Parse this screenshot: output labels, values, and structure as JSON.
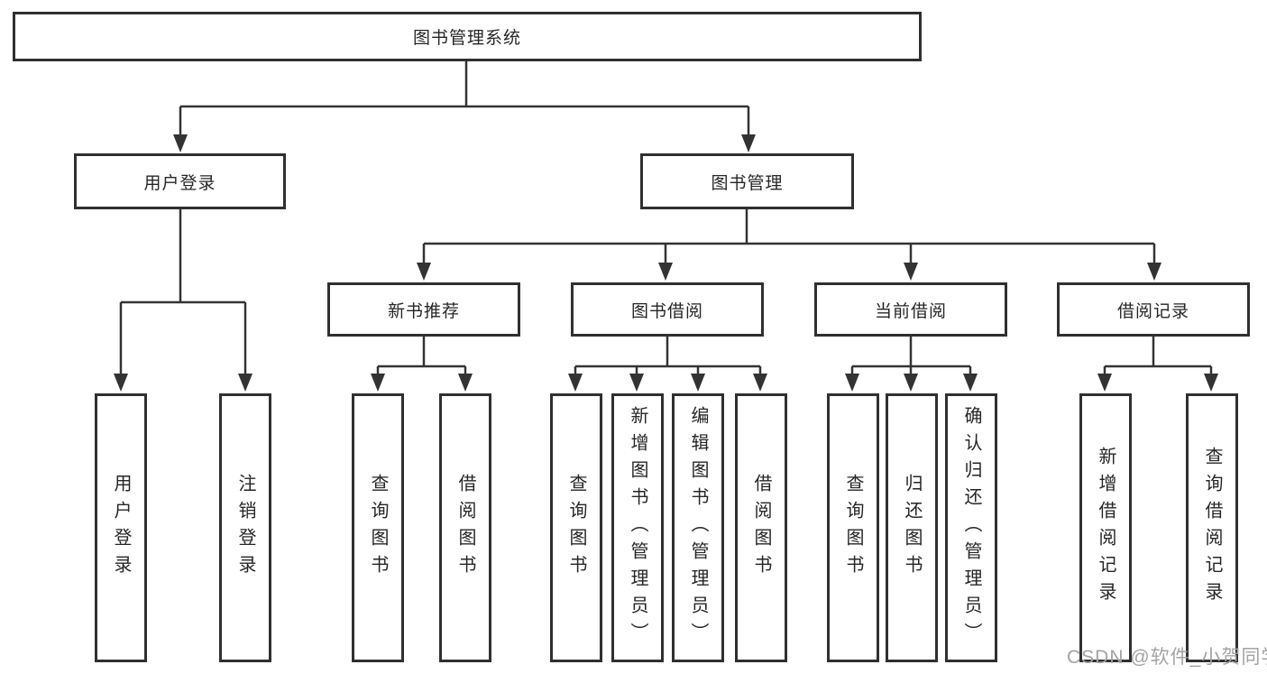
{
  "tree": {
    "label": "图书管理系统",
    "children": [
      {
        "label": "用户登录",
        "children": [
          {
            "label": "用户登录"
          },
          {
            "label": "注销登录"
          }
        ]
      },
      {
        "label": "图书管理",
        "children": [
          {
            "label": "新书推荐",
            "children": [
              {
                "label": "查询图书"
              },
              {
                "label": "借阅图书"
              }
            ]
          },
          {
            "label": "图书借阅",
            "children": [
              {
                "label": "查询图书"
              },
              {
                "label": "新增图书（管理员）"
              },
              {
                "label": "编辑图书（管理员）"
              },
              {
                "label": "借阅图书"
              }
            ]
          },
          {
            "label": "当前借阅",
            "children": [
              {
                "label": "查询图书"
              },
              {
                "label": "归还图书"
              },
              {
                "label": "确认归还（管理员）"
              }
            ]
          },
          {
            "label": "借阅记录",
            "children": [
              {
                "label": "新增借阅记录"
              },
              {
                "label": "查询借阅记录"
              }
            ]
          }
        ]
      }
    ]
  },
  "watermark": {
    "text": "CSDN @软件_小贺同学"
  },
  "colors": {
    "background": "#ffffff",
    "box_fill": "#ffffff",
    "box_border": "#303030",
    "line": "#333333",
    "text": "#262626",
    "watermark": "#a3a3a3"
  }
}
